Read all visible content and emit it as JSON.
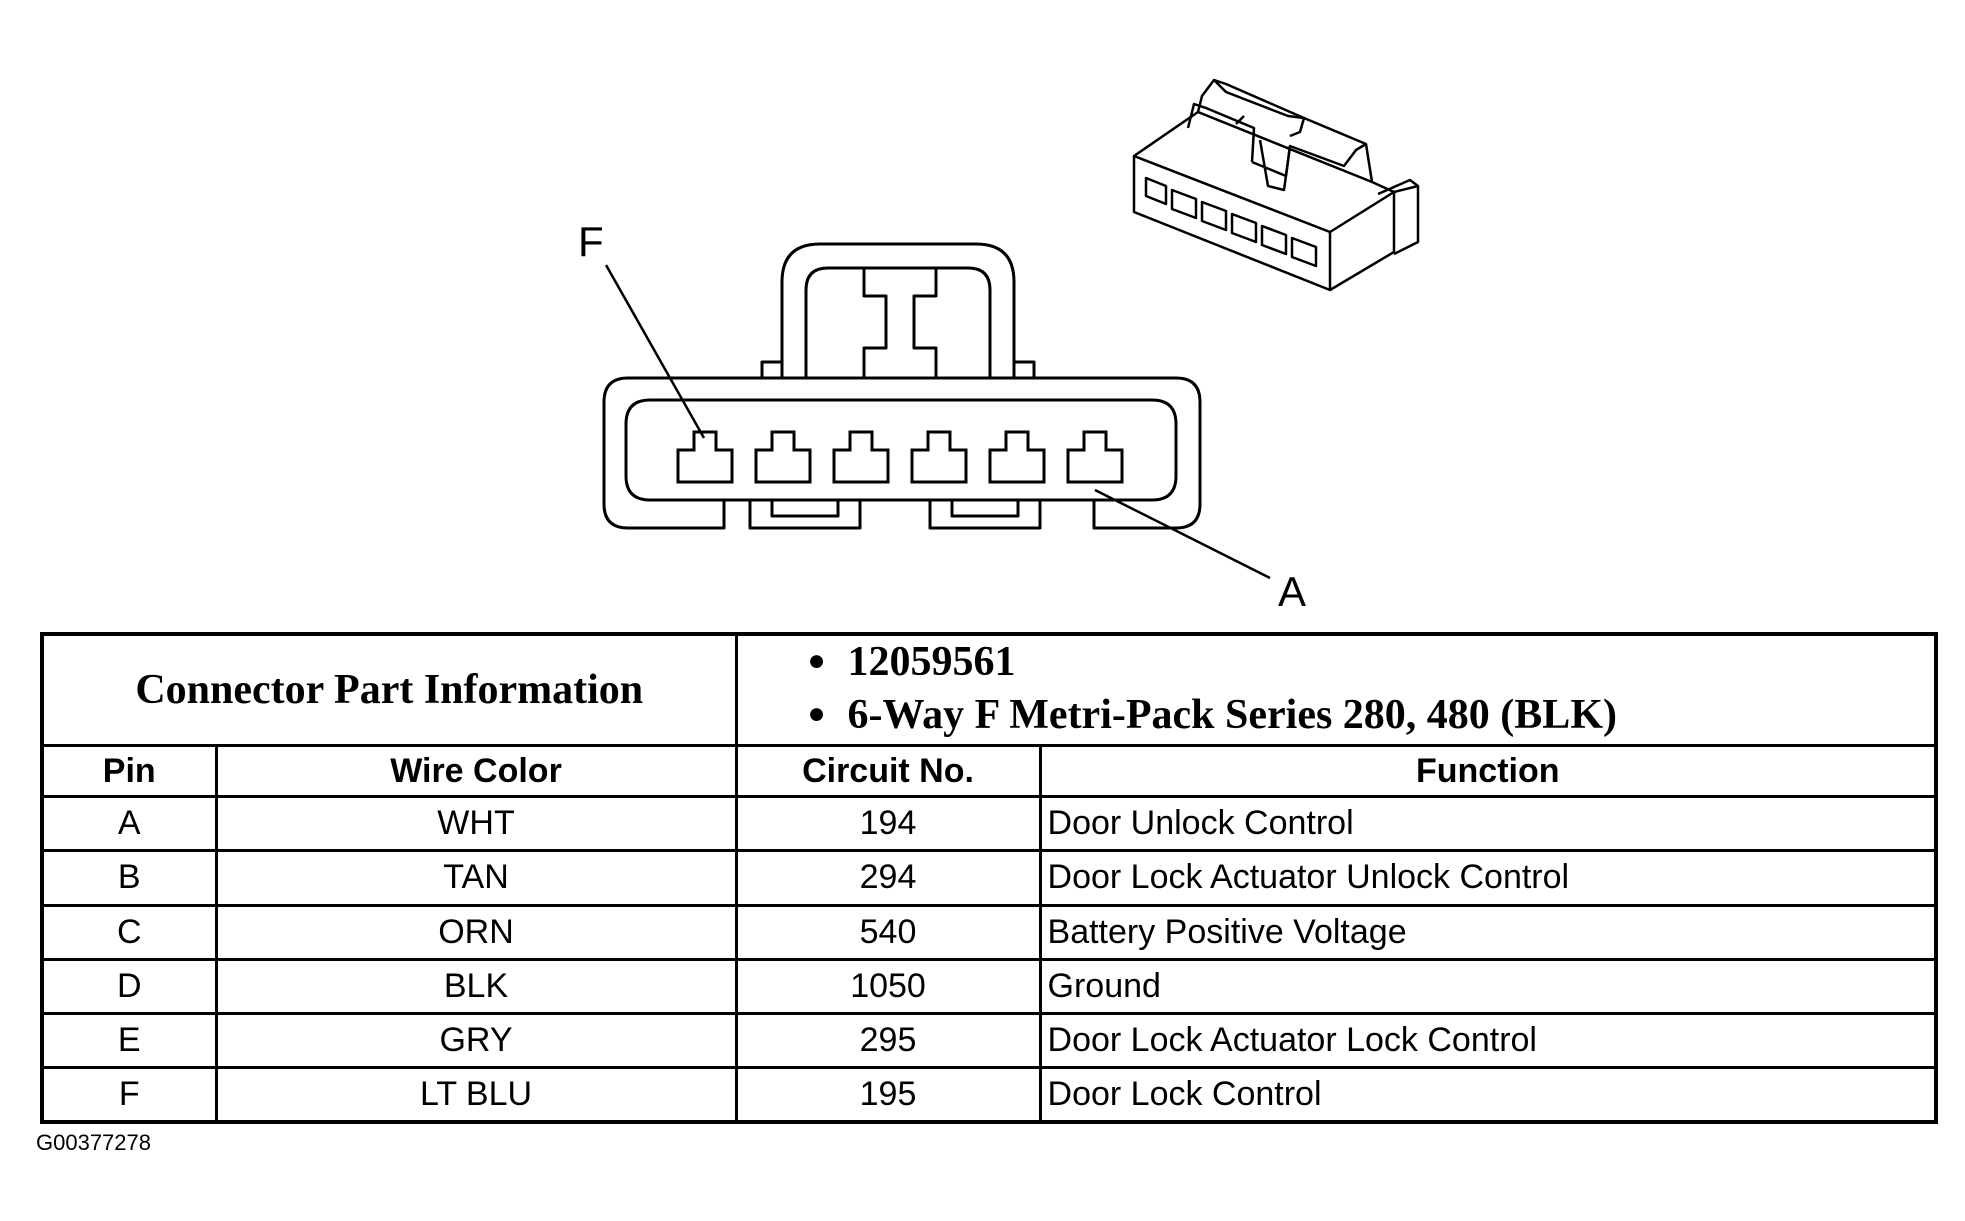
{
  "diagram": {
    "label_f": "F",
    "label_a": "A"
  },
  "connector_info": {
    "label": "Connector Part Information",
    "part_number": "12059561",
    "description": "6-Way F Metri-Pack Series 280, 480 (BLK)"
  },
  "table": {
    "headers": {
      "pin": "Pin",
      "wire_color": "Wire Color",
      "circuit": "Circuit No.",
      "function": "Function"
    },
    "rows": [
      {
        "pin": "A",
        "wire_color": "WHT",
        "circuit": "194",
        "function": "Door Unlock Control"
      },
      {
        "pin": "B",
        "wire_color": "TAN",
        "circuit": "294",
        "function": "Door Lock Actuator Unlock Control"
      },
      {
        "pin": "C",
        "wire_color": "ORN",
        "circuit": "540",
        "function": "Battery Positive Voltage"
      },
      {
        "pin": "D",
        "wire_color": "BLK",
        "circuit": "1050",
        "function": "Ground"
      },
      {
        "pin": "E",
        "wire_color": "GRY",
        "circuit": "295",
        "function": "Door Lock Actuator Lock Control"
      },
      {
        "pin": "F",
        "wire_color": "LT BLU",
        "circuit": "195",
        "function": "Door Lock Control"
      }
    ]
  },
  "figure_code": "G00377278"
}
